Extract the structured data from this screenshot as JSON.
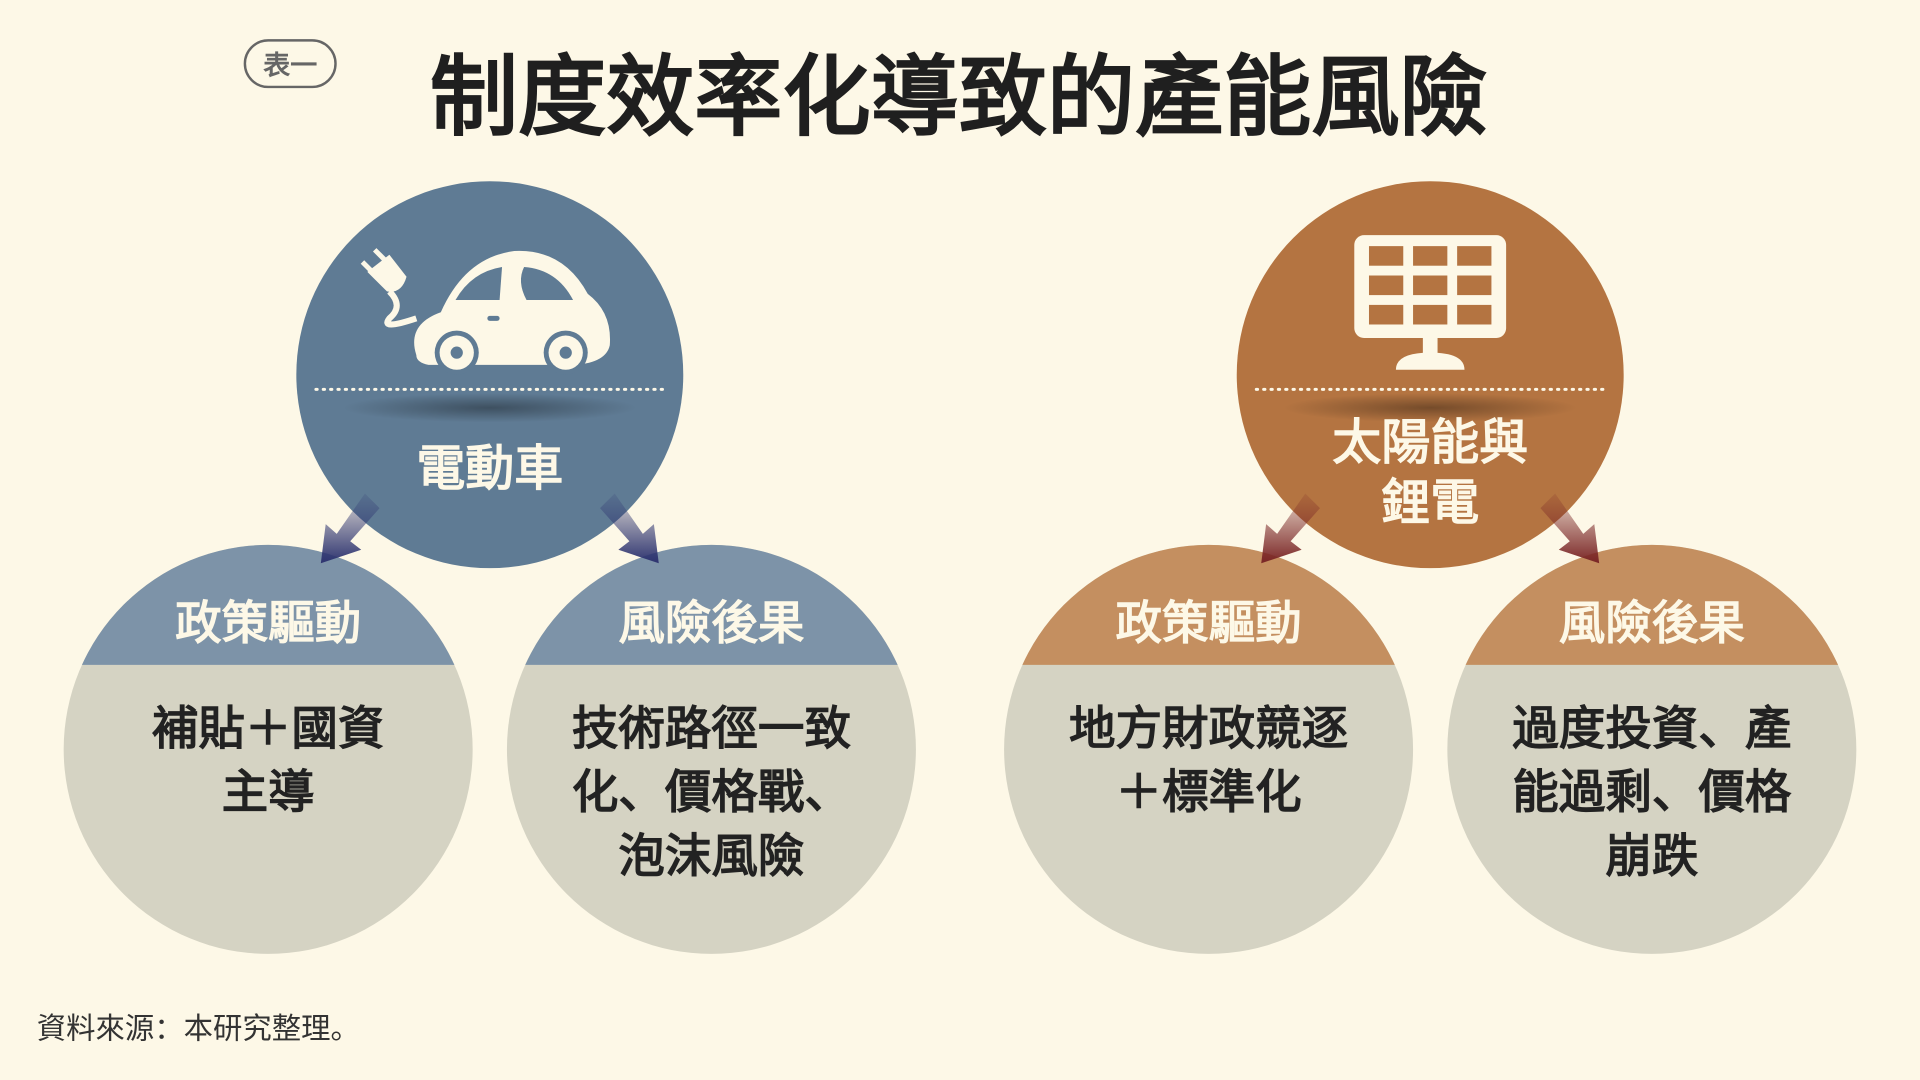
{
  "header": {
    "tag": "表一",
    "title": "制度效率化導致的產能風險"
  },
  "groups": [
    {
      "name": "電動車",
      "name_lines": [
        "電動車"
      ],
      "icon": "electric-car-icon",
      "color": "#5f7b94",
      "sub_color": "#7d93a8",
      "arrow_color": "#2e3470",
      "items": [
        {
          "header": "政策驅動",
          "lines": [
            "補貼＋國資",
            "主導"
          ]
        },
        {
          "header": "風險後果",
          "lines": [
            "技術路徑一致",
            "化、價格戰、",
            "泡沫風險"
          ]
        }
      ]
    },
    {
      "name": "太陽能與鋰電",
      "name_lines": [
        "太陽能與",
        "鋰電"
      ],
      "icon": "solar-panel-icon",
      "color": "#b47441",
      "sub_color": "#c48f60",
      "arrow_color": "#7a2626",
      "items": [
        {
          "header": "政策驅動",
          "lines": [
            "地方財政競逐",
            "＋標準化"
          ]
        },
        {
          "header": "風險後果",
          "lines": [
            "過度投資、產",
            "能過剩、價格",
            "崩跌"
          ]
        }
      ]
    }
  ],
  "footer": {
    "source": "資料來源：本研究整理。"
  }
}
